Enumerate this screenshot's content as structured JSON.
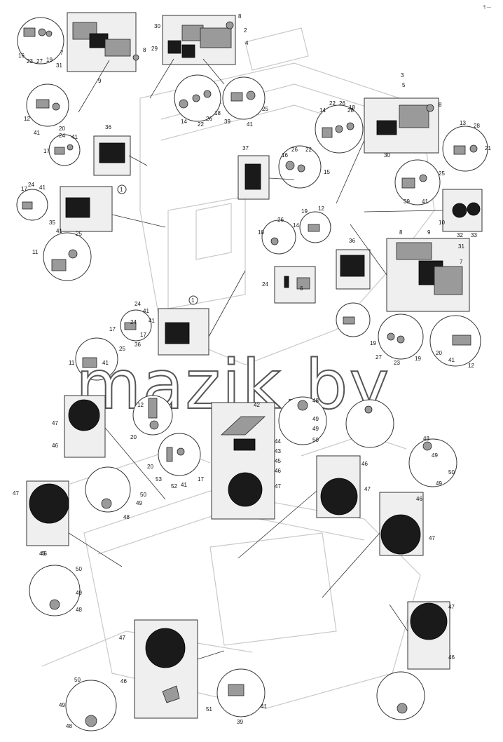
{
  "watermark": "mazik.by",
  "corner_mark": "¶ —",
  "callout_refs": [
    "1",
    "1"
  ],
  "labels": [
    "16",
    "23",
    "27",
    "19",
    "7",
    "31",
    "9",
    "8",
    "30",
    "29",
    "8",
    "2",
    "4",
    "12",
    "41",
    "20",
    "14",
    "22",
    "26",
    "18",
    "39",
    "41",
    "25",
    "17",
    "24",
    "41",
    "36",
    "37",
    "16",
    "26",
    "22",
    "15",
    "3",
    "5",
    "28",
    "8",
    "14",
    "22",
    "26",
    "18",
    "30",
    "13",
    "28",
    "21",
    "39",
    "25",
    "41",
    "10",
    "32",
    "33",
    "17",
    "24",
    "41",
    "35",
    "41",
    "25",
    "11",
    "18",
    "26",
    "14",
    "19",
    "12",
    "24",
    "6",
    "36",
    "8",
    "9",
    "31",
    "7",
    "19",
    "27",
    "23",
    "19",
    "20",
    "41",
    "12",
    "24",
    "41",
    "17",
    "36",
    "17",
    "24",
    "41",
    "11",
    "41",
    "25",
    "47",
    "46",
    "12",
    "20",
    "42",
    "44",
    "43",
    "45",
    "46",
    "47",
    "48",
    "49",
    "50",
    "49",
    "20",
    "53",
    "52",
    "41",
    "17",
    "47",
    "50",
    "49",
    "48",
    "46",
    "46",
    "47",
    "48",
    "49",
    "50",
    "49",
    "46",
    "47",
    "46",
    "50",
    "49",
    "48",
    "47",
    "46",
    "51",
    "39",
    "41",
    "50",
    "49",
    "48",
    "47",
    "46"
  ]
}
